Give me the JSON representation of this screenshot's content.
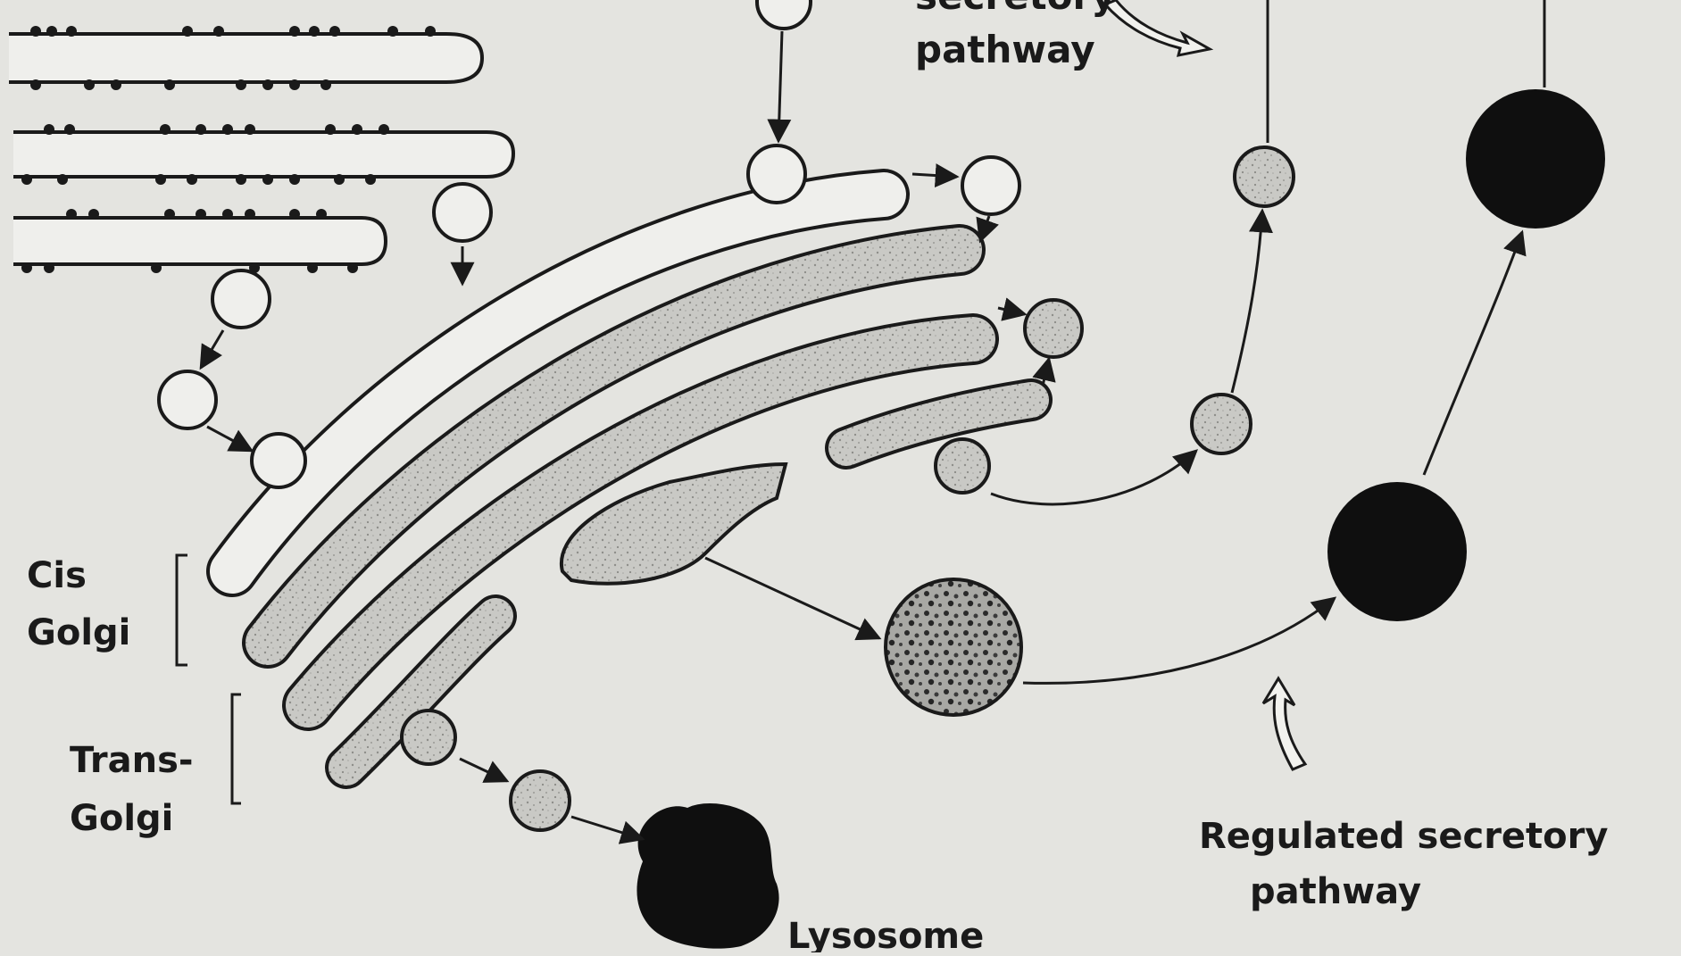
{
  "labels": {
    "constitutive_top": "secretory",
    "constitutive_bottom": "pathway",
    "cis_line1": "Cis",
    "cis_line2": "Golgi",
    "trans_line1": "Trans-",
    "trans_line2": "Golgi",
    "regulated_line1": "Regulated secretory",
    "regulated_line2": "pathway",
    "lysosome": "Lysosome"
  },
  "colors": {
    "background": "#e4e4e0",
    "outline": "#1a1a1a",
    "membrane_fill": "#efefec",
    "lumen_fill": "#c8c8c4",
    "dense_granule": "#0f0f0f"
  }
}
